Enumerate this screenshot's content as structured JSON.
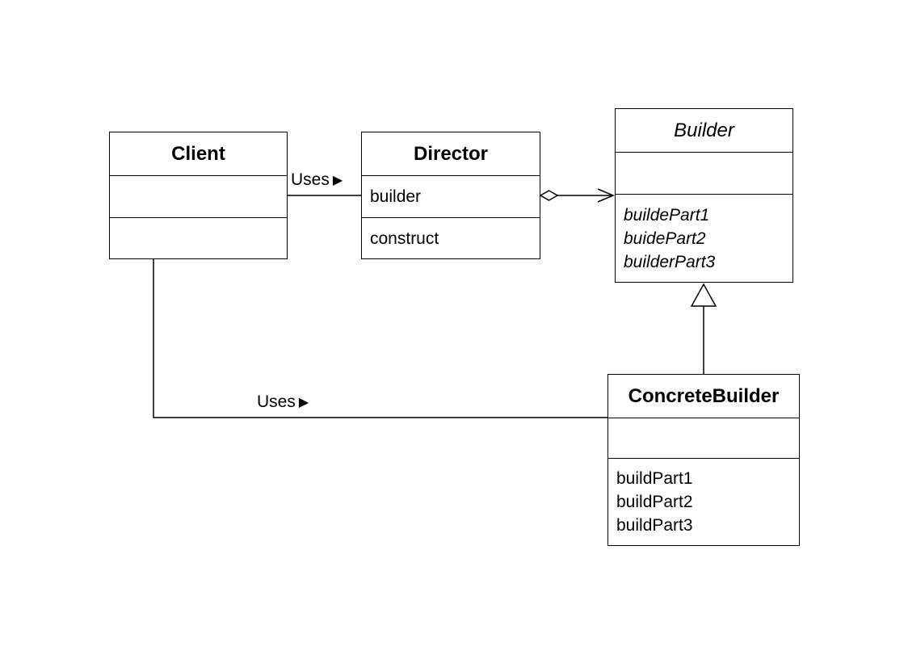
{
  "classes": {
    "client": {
      "name": "Client",
      "attributes": [],
      "operations": []
    },
    "director": {
      "name": "Director",
      "attributes": [
        "builder"
      ],
      "operations": [
        "construct"
      ]
    },
    "builder": {
      "name": "Builder",
      "abstract": true,
      "attributes": [],
      "operations": [
        "buildePart1",
        "buidePart2",
        "builderPart3"
      ]
    },
    "concrete_builder": {
      "name": "ConcreteBuilder",
      "attributes": [],
      "operations": [
        "buildPart1",
        "buildPart2",
        "buildPart3"
      ]
    }
  },
  "relations": {
    "client_director": {
      "label": "Uses",
      "arrow_glyph": "▶",
      "kind": "association"
    },
    "client_concrete": {
      "label": "Uses",
      "arrow_glyph": "▶",
      "kind": "association"
    },
    "director_builder": {
      "kind": "aggregation"
    },
    "concrete_builder_generalization": {
      "kind": "generalization"
    }
  },
  "colors": {
    "line": "#000000",
    "background": "#ffffff"
  }
}
